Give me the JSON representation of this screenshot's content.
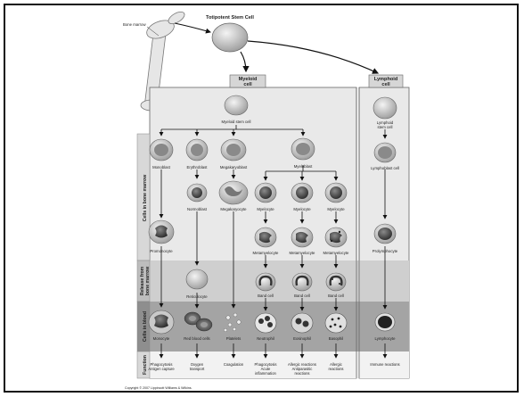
{
  "top": {
    "bone_marrow": "Bone marrow",
    "stem_cell": "Totipotent Stem Cell"
  },
  "lineages": {
    "myeloid": [
      "Myeloid",
      "cell"
    ],
    "lymphoid": [
      "Lymphoid",
      "cell"
    ]
  },
  "myeloid_stem": "Myeloid stem cell",
  "sections": {
    "marrow": "Cells in bone marrow",
    "release": [
      "Release from",
      "bone marrow"
    ],
    "blood": "Cells in blood",
    "function": "Function"
  },
  "cells": {
    "monoblast": "Monoblast",
    "erythroblast": "Erythroblast",
    "megakaryoblast": "Megakaryoblast",
    "myeloblast": "Myeloblast",
    "normoblast": "Normoblast",
    "megakaryocyte": "Megakaryocyte",
    "myelocyte_1": "Myelocyte",
    "myelocyte_2": "Myelocyte",
    "myelocyte_3": "Myelocyte",
    "promonocyte": "Promonocyte",
    "metamyelocyte_1": "Metamyelocyte",
    "metamyelocyte_2": "Metamyelocyte",
    "metamyelocyte_3": "Metamyelocyte",
    "reticulocyte": "Reticulocyte",
    "band_1": "Band cell",
    "band_2": "Band cell",
    "band_3": "Band cell",
    "monocyte": "Monocyte",
    "rbc": "Red blood cells",
    "platelets": "Platelets",
    "neutrophil": "Neutrophil",
    "eosinophil": "Eosinophil",
    "basophil": "Basophil",
    "lymphoid_stem": [
      "Lymphoid",
      "stem cell"
    ],
    "lymphoblast": "Lymphoblast cell",
    "prolymphocyte": "Prolymphocyte",
    "lymphocyte": "Lymphocyte"
  },
  "functions": {
    "monocyte": [
      "Phagocytosis",
      "Antigen capture"
    ],
    "rbc": [
      "Oxygen",
      "transport"
    ],
    "platelets": [
      "Coagulation"
    ],
    "neutrophil": [
      "Phagocytosis",
      "Acute",
      "inflammation"
    ],
    "eosinophil": [
      "Allergic reactions",
      "Antiparasitic",
      "reactions"
    ],
    "basophil": [
      "Allergic",
      "reactions"
    ],
    "lymphocyte": [
      "Immune reactions"
    ]
  },
  "copyright": "Copyright © 2007 Lippincott Williams & Wilkins.",
  "colors": {
    "panel": "#e9e9e9",
    "release_band": "#cfcfcf",
    "blood_band": "#a4a4a4",
    "frame": "#111111"
  }
}
